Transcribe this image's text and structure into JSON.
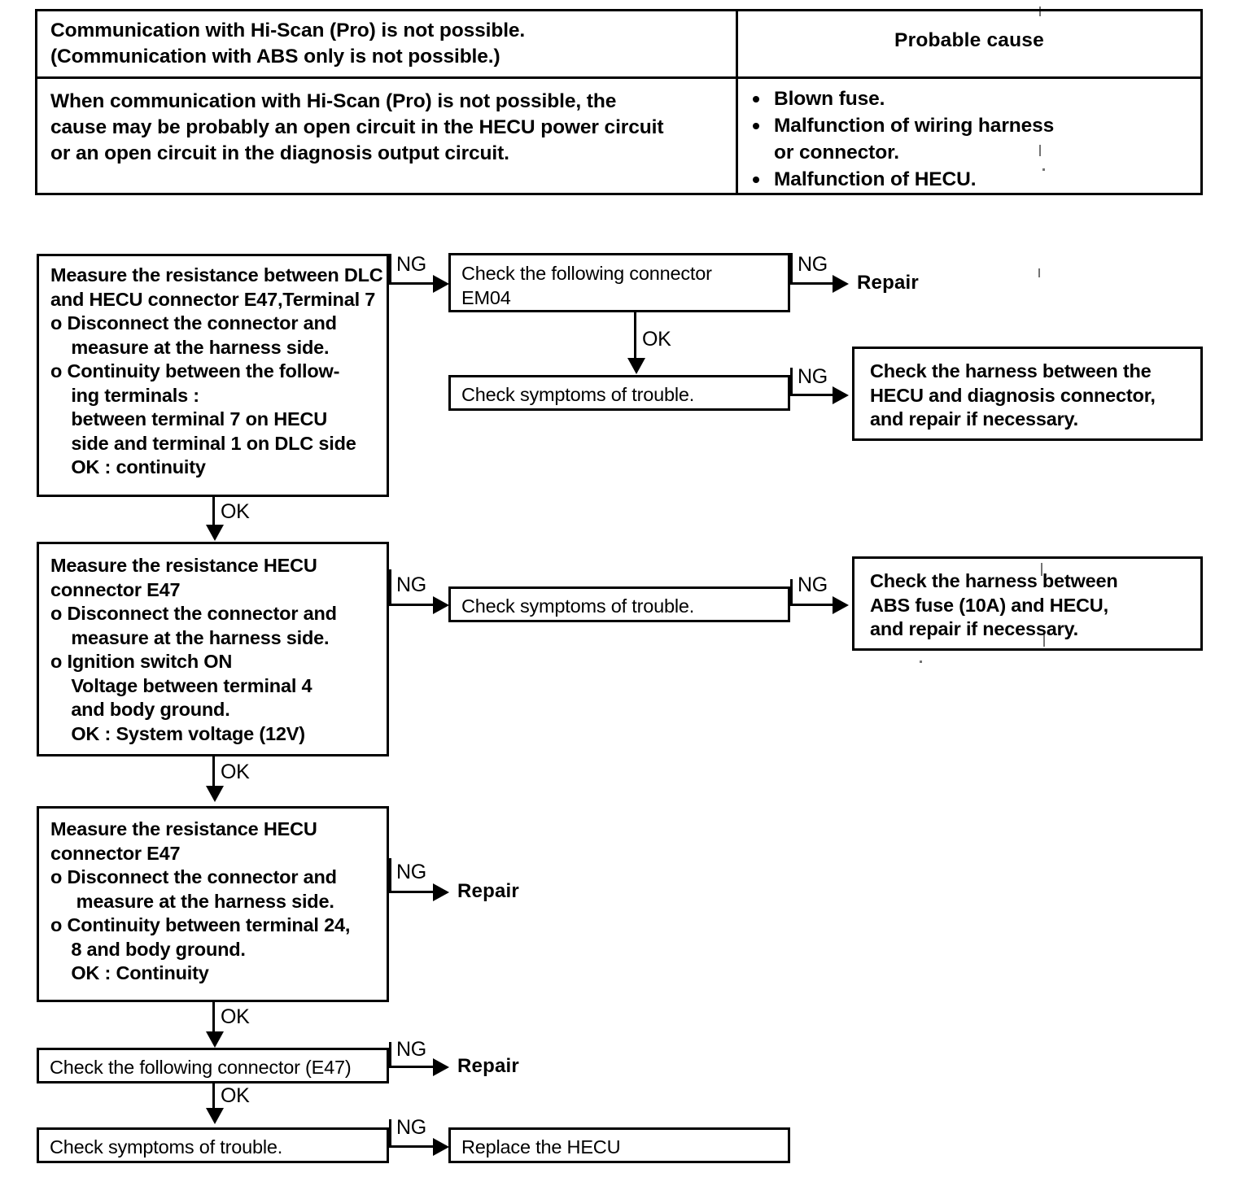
{
  "symptom_table": {
    "left_header_lines": [
      "Communication with Hi-Scan (Pro) is not possible.",
      "(Communication with ABS only is not possible.)"
    ],
    "right_header": "Probable cause",
    "left_body_lines": [
      "When communication with Hi-Scan (Pro) is not possible, the",
      "cause may be probably an open circuit in the HECU power circuit",
      "or an open circuit in the diagnosis output circuit."
    ],
    "probable_causes": [
      {
        "main": "Blown fuse.",
        "cont": ""
      },
      {
        "main": "Malfunction of wiring harness",
        "cont": "or connector."
      },
      {
        "main": "Malfunction of HECU.",
        "cont": ""
      }
    ]
  },
  "flow": {
    "step1": "Measure the resistance between DLC\nand HECU connector E47,Terminal 7\no Disconnect the connector and\n    measure at the harness side.\no Continuity between the follow-\n    ing terminals :\n    between terminal 7 on HECU\n    side and terminal 1 on DLC side\n    OK : continuity",
    "step1_ok_bold": "OK : continuity",
    "check_em04": "Check the following connector\nEM04",
    "repair_1": "Repair",
    "check_symptoms_1": "Check symptoms of trouble.",
    "harness_dlc": "Check the harness between the\nHECU and diagnosis connector,\nand repair if necessary.",
    "step2": "Measure the resistance HECU\nconnector E47\no Disconnect the connector and\n    measure at the harness side.\no Ignition switch ON\n    Voltage between terminal 4\n    and body ground.\n    OK : System voltage (12V)",
    "check_symptoms_2": "Check symptoms of trouble.",
    "harness_abs_fuse": "Check the harness between\nABS fuse (10A) and HECU,\nand repair if necessary.",
    "step3": "Measure the resistance HECU\nconnector E47\no Disconnect the connector and\n     measure at the harness side.\no Continuity between terminal 24,\n    8 and body ground.\n    OK : Continuity",
    "repair_2": "Repair",
    "check_connector_e47": "Check the following connector (E47)",
    "repair_3": "Repair",
    "check_symptoms_3": "Check symptoms of trouble.",
    "replace_hecu": "Replace the HECU",
    "label_ng": "NG",
    "label_ok": "OK"
  },
  "colors": {
    "ink": "#000000",
    "paper": "#ffffff"
  }
}
